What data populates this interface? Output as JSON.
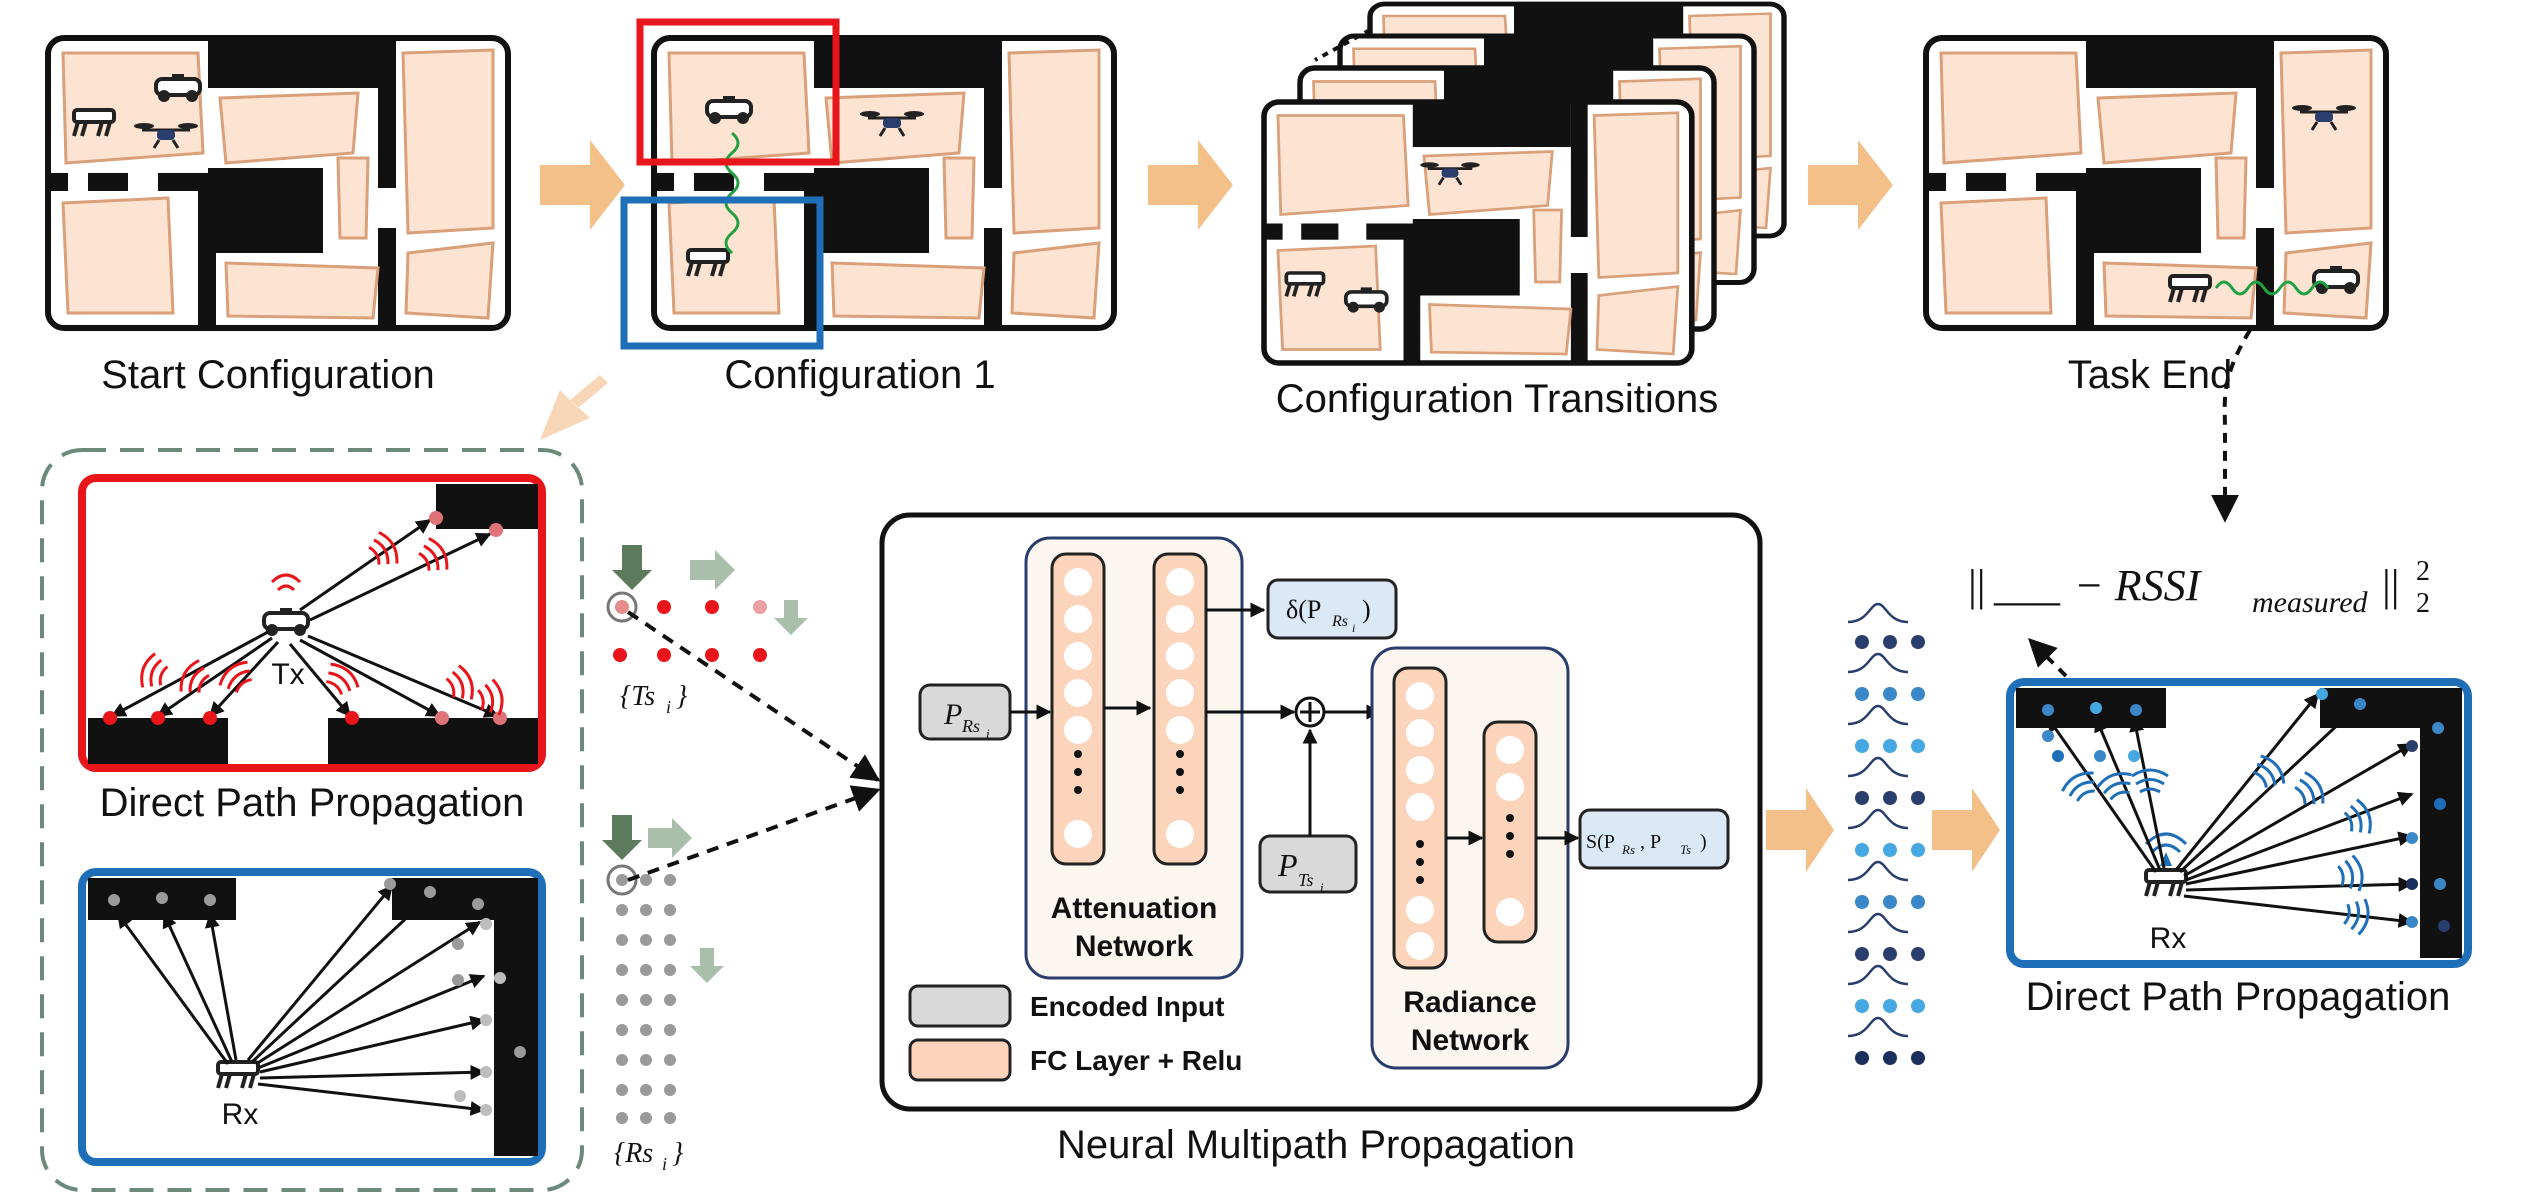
{
  "captions": {
    "start": "Start Configuration",
    "config1": "Configuration 1",
    "transitions": "Configuration Transitions",
    "task_end": "Task End",
    "direct_left": "Direct Path Propagation",
    "direct_right": "Direct Path Propagation",
    "neural": "Neural Multipath Propagation"
  },
  "labels": {
    "tx": "Tx",
    "rx_left": "Rx",
    "rx_right": "Rx",
    "ts_set": "{Ts",
    "rs_set": "{Rs",
    "set_sub": "i",
    "set_close": "}",
    "p": "P",
    "p_rs_sub": "Rs",
    "p_ts_sub": "Ts",
    "sub_i": "i",
    "delta": "δ(P",
    "delta_close": ")",
    "s_func": "S(P",
    "s_mid": ", P",
    "s_close": ")",
    "attenuation_1": "Attenuation",
    "attenuation_2": "Network",
    "radiance_1": "Radiance",
    "radiance_2": "Network",
    "legend_encoded": "Encoded Input",
    "legend_fc": "FC Layer + Relu",
    "loss_left": "||",
    "loss_blank": "___",
    "loss_mid": "− RSSI",
    "loss_sub": "measured",
    "loss_right": "||",
    "loss_sup": "2",
    "loss_sub2": "2"
  },
  "colors": {
    "arrow_orange": "#f3c08a",
    "room_fill": "#fde3d2",
    "room_stroke": "#d9a07a",
    "red_box": "#e8151b",
    "blue_box": "#1f6fb8",
    "dashed_border": "#6b8a7a",
    "legend_gray": "#d9d9d9",
    "green_arrow": "#5c7a5c"
  }
}
